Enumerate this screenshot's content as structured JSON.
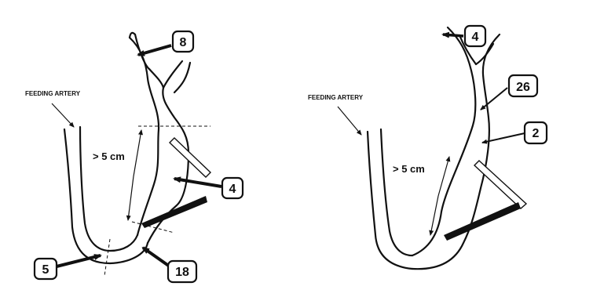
{
  "left_panel": {
    "feeding_artery_label": "FEEDING ARTERY",
    "dimension_label": "> 5 cm",
    "callouts": [
      "8",
      "4",
      "5",
      "18"
    ]
  },
  "right_panel": {
    "feeding_artery_label": "FEEDING ARTERY",
    "dimension_label": "> 5 cm",
    "callouts": [
      "4",
      "26",
      "2"
    ]
  }
}
